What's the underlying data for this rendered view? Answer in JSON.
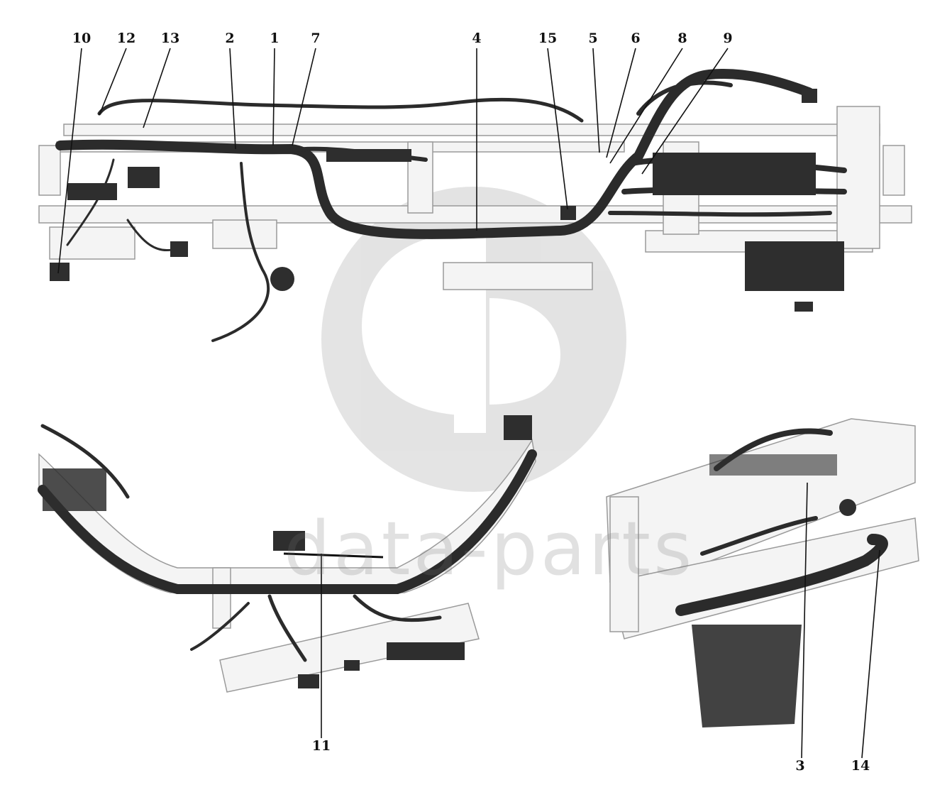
{
  "diagram": {
    "callouts": {
      "c10": "10",
      "c12": "12",
      "c13": "13",
      "c2": "2",
      "c1": "1",
      "c7": "7",
      "c4": "4",
      "c15": "15",
      "c5": "5",
      "c6": "6",
      "c8": "8",
      "c9": "9",
      "c11": "11",
      "c3": "3",
      "c14": "14"
    },
    "watermark": {
      "text": "data-parts"
    },
    "colors": {
      "harness": "#2b2b2b",
      "frame": "#bdbdbd",
      "frame_fill": "#f2f2f2",
      "watermark": "#9a9a9a"
    }
  }
}
